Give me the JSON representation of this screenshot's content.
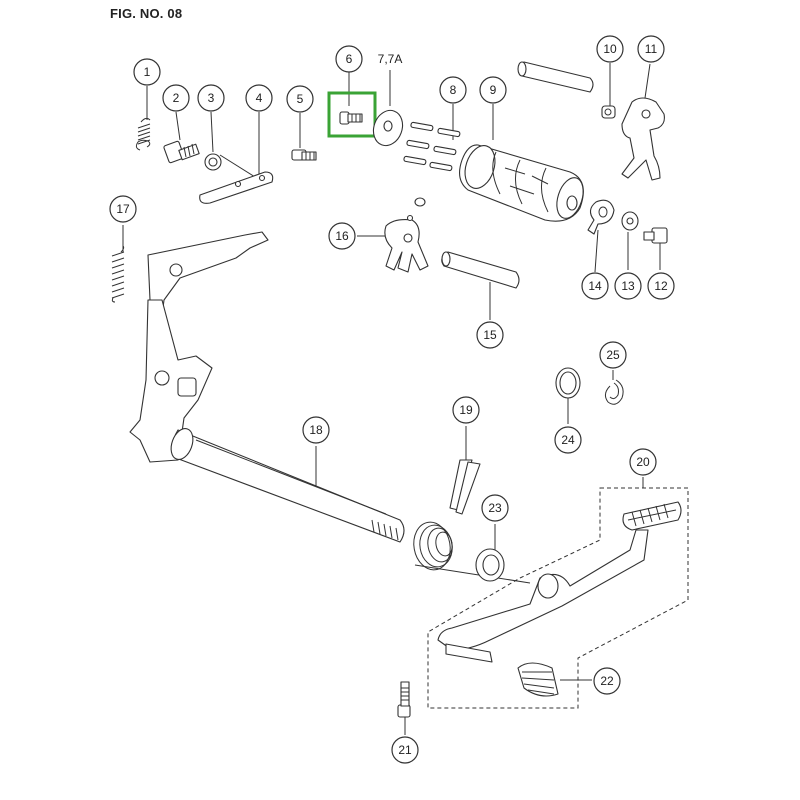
{
  "figure": {
    "title": "FIG. NO. 08",
    "highlight_color": "#3aa335"
  },
  "callouts": [
    {
      "id": "c1",
      "label": "1"
    },
    {
      "id": "c2",
      "label": "2"
    },
    {
      "id": "c3",
      "label": "3"
    },
    {
      "id": "c4",
      "label": "4"
    },
    {
      "id": "c5",
      "label": "5"
    },
    {
      "id": "c6",
      "label": "6"
    },
    {
      "id": "c8",
      "label": "8"
    },
    {
      "id": "c9",
      "label": "9"
    },
    {
      "id": "c10",
      "label": "10"
    },
    {
      "id": "c11",
      "label": "11"
    },
    {
      "id": "c12",
      "label": "12"
    },
    {
      "id": "c13",
      "label": "13"
    },
    {
      "id": "c14",
      "label": "14"
    },
    {
      "id": "c15",
      "label": "15"
    },
    {
      "id": "c16",
      "label": "16"
    },
    {
      "id": "c17",
      "label": "17"
    },
    {
      "id": "c18",
      "label": "18"
    },
    {
      "id": "c19",
      "label": "19"
    },
    {
      "id": "c20",
      "label": "20"
    },
    {
      "id": "c21",
      "label": "21"
    },
    {
      "id": "c22",
      "label": "22"
    },
    {
      "id": "c23",
      "label": "23"
    },
    {
      "id": "c24",
      "label": "24"
    },
    {
      "id": "c25",
      "label": "25"
    }
  ],
  "free_labels": {
    "part_7_7a": "7,7A"
  }
}
